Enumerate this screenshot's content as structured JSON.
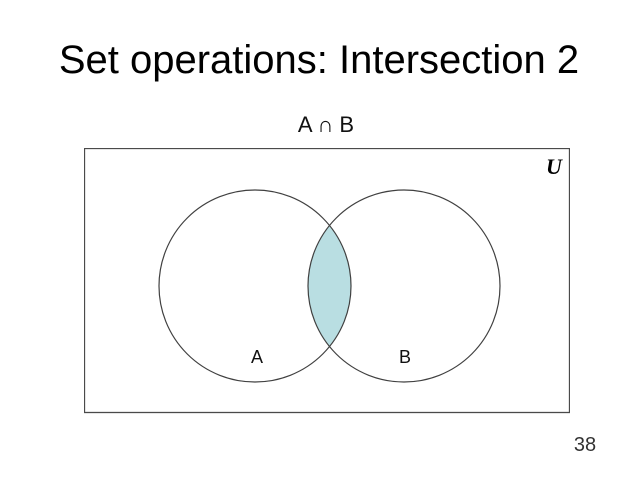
{
  "slide": {
    "title": "Set operations: Intersection 2",
    "page_number": "38"
  },
  "diagram": {
    "expression_label": "A ∩ B",
    "universe_label": "U",
    "set_a_label": "A",
    "set_b_label": "B",
    "colors": {
      "intersection_fill": "#b9dee2",
      "outline": "#404040",
      "universe_border": "#4a4a4a"
    }
  }
}
